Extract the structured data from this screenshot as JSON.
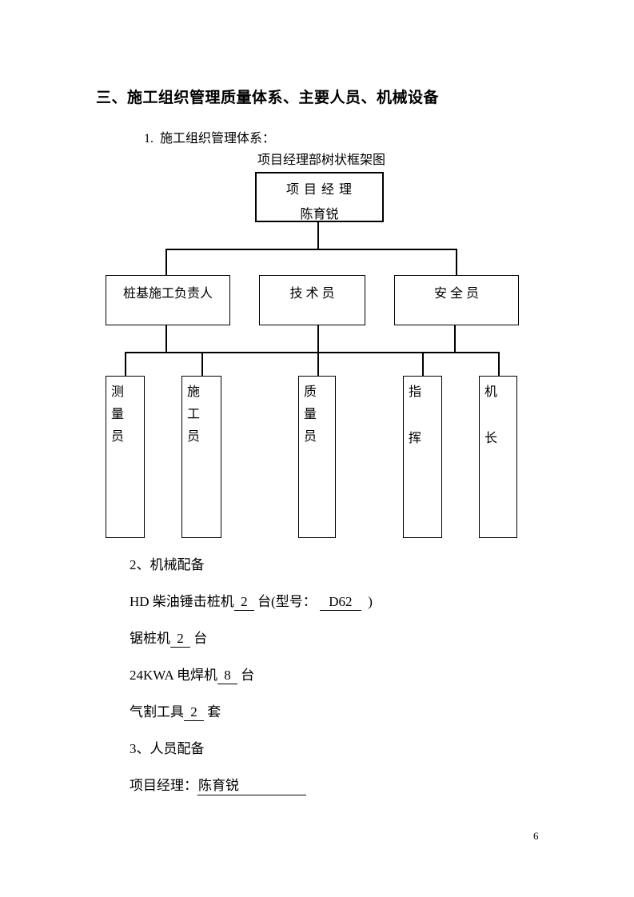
{
  "heading": "三、施工组织管理质量体系、主要人员、机械设备",
  "section1": {
    "label": "1.  施工组织管理体系：",
    "chart_title": "项目经理部树状框架图"
  },
  "org_chart": {
    "top_box": {
      "line1": "项 目 经 理",
      "line2": "陈育锐"
    },
    "level2": [
      {
        "label": "桩基施工负责人"
      },
      {
        "label": "技 术 员"
      },
      {
        "label": "安 全 员"
      }
    ],
    "level3": [
      [
        "测",
        "量",
        "员"
      ],
      [
        "施",
        "工",
        "员"
      ],
      [
        "质",
        "量",
        "员"
      ],
      [
        "指",
        "挥"
      ],
      [
        "机",
        "长"
      ]
    ]
  },
  "section2": {
    "label": "2、机械配备",
    "machines": [
      {
        "p0": "HD 柴油锤击桩机",
        "u0": " 2 ",
        "p1": " 台(型号： ",
        "u1": " D62 ",
        "p2": "  )"
      },
      {
        "p0": "锯桩机",
        "u0": " 2 ",
        "p1": " 台"
      },
      {
        "p0": "24KWA 电焊机",
        "u0": " 8 ",
        "p1": " 台"
      },
      {
        "p0": "气割工具",
        "u0": " 2 ",
        "p1": " 套"
      }
    ]
  },
  "section3": {
    "label": "3、人员配备",
    "manager_label": "项目经理：",
    "manager_name": "陈育锐"
  },
  "page": {
    "number": "6"
  },
  "colors": {
    "ink": "#000000",
    "paper": "#ffffff"
  }
}
